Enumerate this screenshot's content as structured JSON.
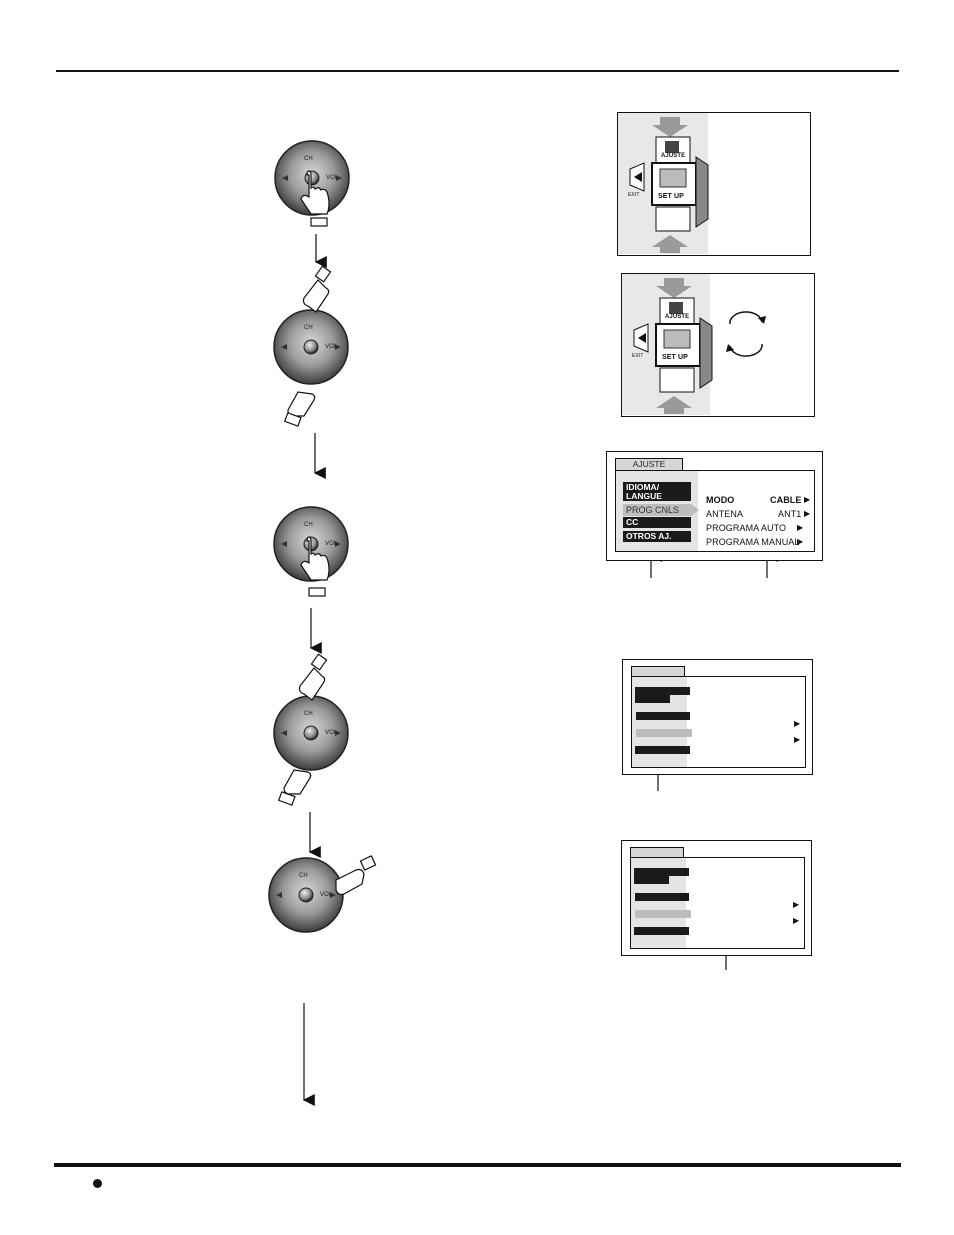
{
  "setup_menu": {
    "tab": "AJUSTE",
    "left_items": [
      {
        "label": "IDIOMA/\nLANGUE",
        "style": "dark"
      },
      {
        "label": "PROG CNLS",
        "style": "highlight"
      },
      {
        "label": "CC",
        "style": "dark"
      },
      {
        "label": "OTROS AJ.",
        "style": "dark"
      }
    ],
    "rows": [
      {
        "label": "MODO",
        "value": "CABLE",
        "bold": true
      },
      {
        "label": "ANTENA",
        "value": "ANT1"
      },
      {
        "label": "PROGRAMA AUTO",
        "value": ""
      },
      {
        "label": "PROGRAMA MANUAL",
        "value": ""
      }
    ],
    "arrow_glyph": "▶"
  },
  "icon_wheel": {
    "top_label": "AJUSTE",
    "center_label": "SET UP",
    "exit_label": "EXIT"
  },
  "remote": {
    "ch_label": "CH",
    "vol_label": "VOL"
  },
  "colors": {
    "ink": "#111111",
    "menu_dark": "#1a1a1a",
    "menu_highlight": "#bdbdbd",
    "menu_tab": "#d6d6d6"
  }
}
